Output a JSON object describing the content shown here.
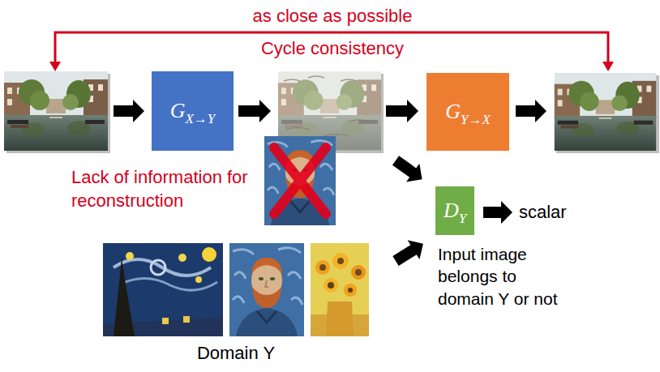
{
  "diagram": {
    "nodes": [
      {
        "text": [
          "G",
          "X→Y"
        ]
      },
      {
        "text": [
          "G",
          "Y→X"
        ]
      },
      {
        "text": [
          "D",
          "Y"
        ]
      }
    ],
    "labels": [
      "as close as possible",
      "Cycle consistency",
      "Lack of information for reconstruction",
      "scalar",
      "Input image belongs to domain Y or not",
      "Domain Y"
    ]
  }
}
